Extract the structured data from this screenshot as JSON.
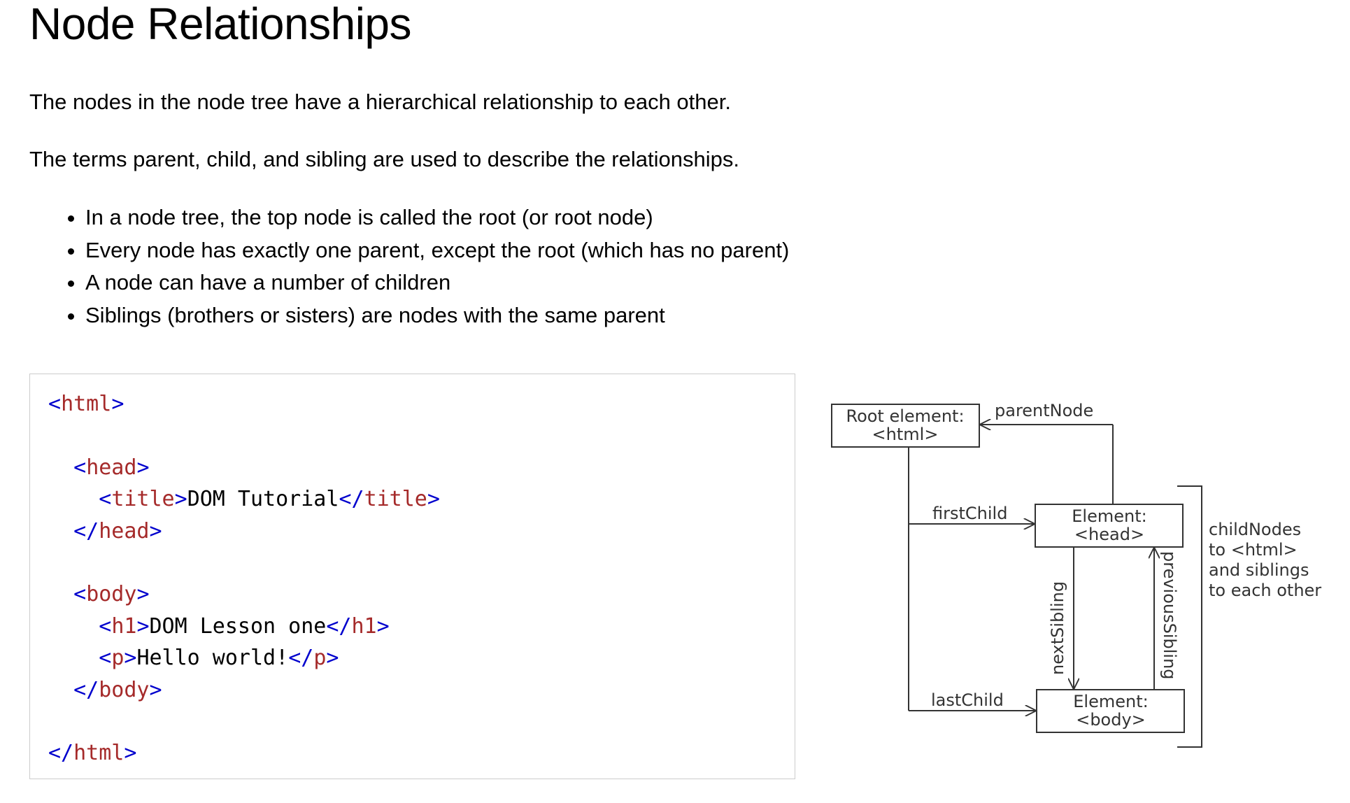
{
  "heading": "Node Relationships",
  "paragraphs": [
    "The nodes in the node tree have a hierarchical relationship to each other.",
    "The terms parent, child, and sibling are used to describe the relationships."
  ],
  "bullets": [
    "In a node tree, the top node is called the root (or root node)",
    "Every node has exactly one parent, except the root (which has no parent)",
    "A node can have a number of children",
    "Siblings (brothers or sisters) are nodes with the same parent"
  ],
  "code_example": {
    "lines": [
      {
        "indent": "",
        "tokens": [
          {
            "t": "<",
            "c": "tb"
          },
          {
            "t": "html",
            "c": "tn"
          },
          {
            "t": ">",
            "c": "tb"
          }
        ]
      },
      {
        "indent": "",
        "tokens": []
      },
      {
        "indent": "  ",
        "tokens": [
          {
            "t": "<",
            "c": "tb"
          },
          {
            "t": "head",
            "c": "tn"
          },
          {
            "t": ">",
            "c": "tb"
          }
        ]
      },
      {
        "indent": "    ",
        "tokens": [
          {
            "t": "<",
            "c": "tb"
          },
          {
            "t": "title",
            "c": "tn"
          },
          {
            "t": ">",
            "c": "tb"
          },
          {
            "t": "DOM Tutorial",
            "c": "tx"
          },
          {
            "t": "</",
            "c": "tb"
          },
          {
            "t": "title",
            "c": "tn"
          },
          {
            "t": ">",
            "c": "tb"
          }
        ]
      },
      {
        "indent": "  ",
        "tokens": [
          {
            "t": "</",
            "c": "tb"
          },
          {
            "t": "head",
            "c": "tn"
          },
          {
            "t": ">",
            "c": "tb"
          }
        ]
      },
      {
        "indent": "",
        "tokens": []
      },
      {
        "indent": "  ",
        "tokens": [
          {
            "t": "<",
            "c": "tb"
          },
          {
            "t": "body",
            "c": "tn"
          },
          {
            "t": ">",
            "c": "tb"
          }
        ]
      },
      {
        "indent": "    ",
        "tokens": [
          {
            "t": "<",
            "c": "tb"
          },
          {
            "t": "h1",
            "c": "tn"
          },
          {
            "t": ">",
            "c": "tb"
          },
          {
            "t": "DOM Lesson one",
            "c": "tx"
          },
          {
            "t": "</",
            "c": "tb"
          },
          {
            "t": "h1",
            "c": "tn"
          },
          {
            "t": ">",
            "c": "tb"
          }
        ]
      },
      {
        "indent": "    ",
        "tokens": [
          {
            "t": "<",
            "c": "tb"
          },
          {
            "t": "p",
            "c": "tn"
          },
          {
            "t": ">",
            "c": "tb"
          },
          {
            "t": "Hello world!",
            "c": "tx"
          },
          {
            "t": "</",
            "c": "tb"
          },
          {
            "t": "p",
            "c": "tn"
          },
          {
            "t": ">",
            "c": "tb"
          }
        ]
      },
      {
        "indent": "  ",
        "tokens": [
          {
            "t": "</",
            "c": "tb"
          },
          {
            "t": "body",
            "c": "tn"
          },
          {
            "t": ">",
            "c": "tb"
          }
        ]
      },
      {
        "indent": "",
        "tokens": []
      },
      {
        "indent": "",
        "tokens": [
          {
            "t": "</",
            "c": "tb"
          },
          {
            "t": "html",
            "c": "tn"
          },
          {
            "t": ">",
            "c": "tb"
          }
        ]
      }
    ],
    "colors": {
      "bracket": "#0000cd",
      "tag_name": "#a52a2a",
      "text": "#000000"
    }
  },
  "diagram": {
    "root_box": {
      "line1": "Root element:",
      "line2": "<html>"
    },
    "head_box": {
      "line1": "Element:",
      "line2": "<head>"
    },
    "body_box": {
      "line1": "Element:",
      "line2": "<body>"
    },
    "labels": {
      "parent_node": "parentNode",
      "first_child": "firstChild",
      "last_child": "lastChild",
      "next_sibling": "nextSibling",
      "previous_sibling": "previousSibling"
    },
    "child_nodes_note": [
      "childNodes",
      "to <html>",
      "and siblings",
      "to each other"
    ]
  }
}
